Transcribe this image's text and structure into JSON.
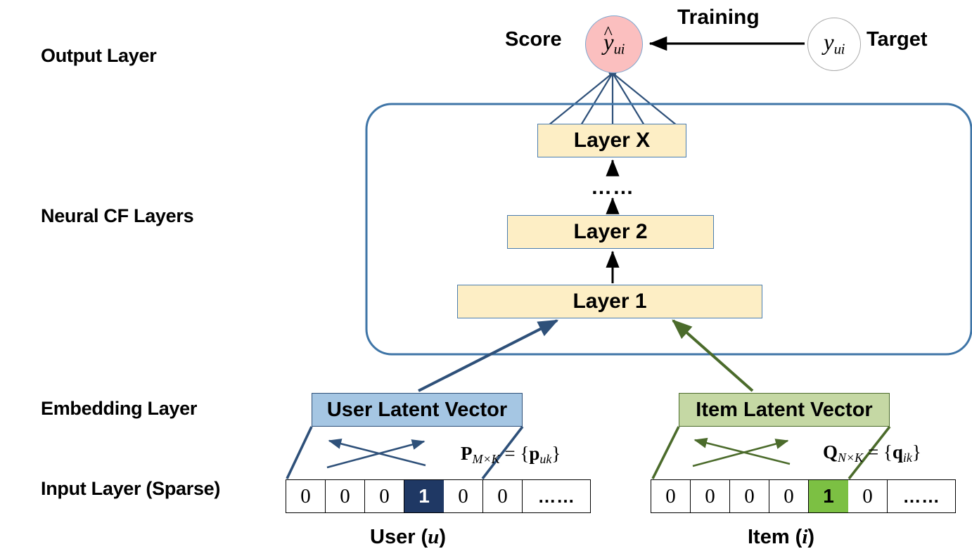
{
  "diagram": {
    "title": "Neural Collaborative Filtering framework",
    "colors": {
      "cf_layer_fill": "#fdeec5",
      "cf_layer_border": "#4a7daf",
      "container_border": "#3f75a7",
      "user_embed_fill": "#a5c6e3",
      "user_embed_border": "#2e5079",
      "item_embed_fill": "#c5d8a4",
      "item_embed_border": "#4b6b2b",
      "score_node_fill": "#fbbfbf",
      "score_node_border": "#7ea6cf",
      "target_node_fill": "#ffffff",
      "target_node_border": "#aaaaaa",
      "user_hot_cell": "#1f3864",
      "item_hot_cell": "#7cc043",
      "user_arrow": "#2e5079",
      "item_arrow": "#4b6b2b"
    }
  },
  "side_labels": {
    "output": "Output Layer",
    "neural_cf": "Neural CF Layers",
    "embedding": "Embedding Layer",
    "input": "Input Layer (Sparse)"
  },
  "output_layer": {
    "score_label": "Score",
    "target_label": "Target",
    "training_label": "Training",
    "score_node": {
      "hat": "^",
      "base": "y",
      "subscript": "ui"
    },
    "target_node": {
      "base": "y",
      "subscript": "ui"
    }
  },
  "neural_cf_layers": {
    "boxes": [
      {
        "label": "Layer X"
      },
      {
        "label": "Layer 2"
      },
      {
        "label": "Layer 1"
      }
    ],
    "ellipsis": "……"
  },
  "embedding_layer": {
    "user_box": "User Latent Vector",
    "item_box": "Item Latent Vector",
    "user_matrix": {
      "symbol": "P",
      "dims": "M×K",
      "eq": " = {",
      "vec": "p",
      "vec_sub": "uk",
      "close": "}"
    },
    "item_matrix": {
      "symbol": "Q",
      "dims": "N×K",
      "eq": " = {",
      "vec": "q",
      "vec_sub": "ik",
      "close": "}"
    }
  },
  "input_layer": {
    "user_cells": [
      "0",
      "0",
      "0",
      "1",
      "0",
      "0",
      "……"
    ],
    "user_hot_index": 3,
    "item_cells": [
      "0",
      "0",
      "0",
      "0",
      "1",
      "0",
      "……"
    ],
    "item_hot_index": 4,
    "user_caption_prefix": "User (",
    "user_caption_var": "u",
    "user_caption_suffix": ")",
    "item_caption_prefix": "Item (",
    "item_caption_var": "i",
    "item_caption_suffix": ")"
  }
}
